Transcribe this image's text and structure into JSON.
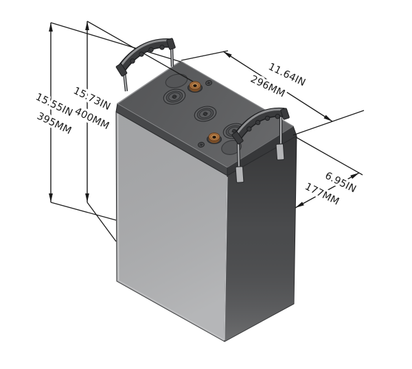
{
  "figure": {
    "description": "Isometric technical line drawing of a battery with two carrying handles, two brass terminals, three vent caps and dimension callouts",
    "background": "#ffffff"
  },
  "dimensions": {
    "height_case": {
      "inches": "15.55IN",
      "mm": "395MM"
    },
    "height_overall": {
      "inches": "15.73IN",
      "mm": "400MM"
    },
    "length": {
      "inches": "11.64IN",
      "mm": "296MM"
    },
    "width": {
      "inches": "6.95IN",
      "mm": "177MM"
    }
  },
  "colors": {
    "line": "#1a1a1a",
    "lid_top": "#595a5c",
    "lid_bevel_left": "#47484a",
    "lid_bevel_right": "#37383a",
    "case_front": "#abacae",
    "case_side": "#4d4e50",
    "handle_body": "#3a3b3d",
    "handle_highlight": "#8f9092",
    "wire_metal": "#b4b5b7",
    "terminal_brass": "#a96f3e",
    "vent_cap": "#5f6062"
  }
}
